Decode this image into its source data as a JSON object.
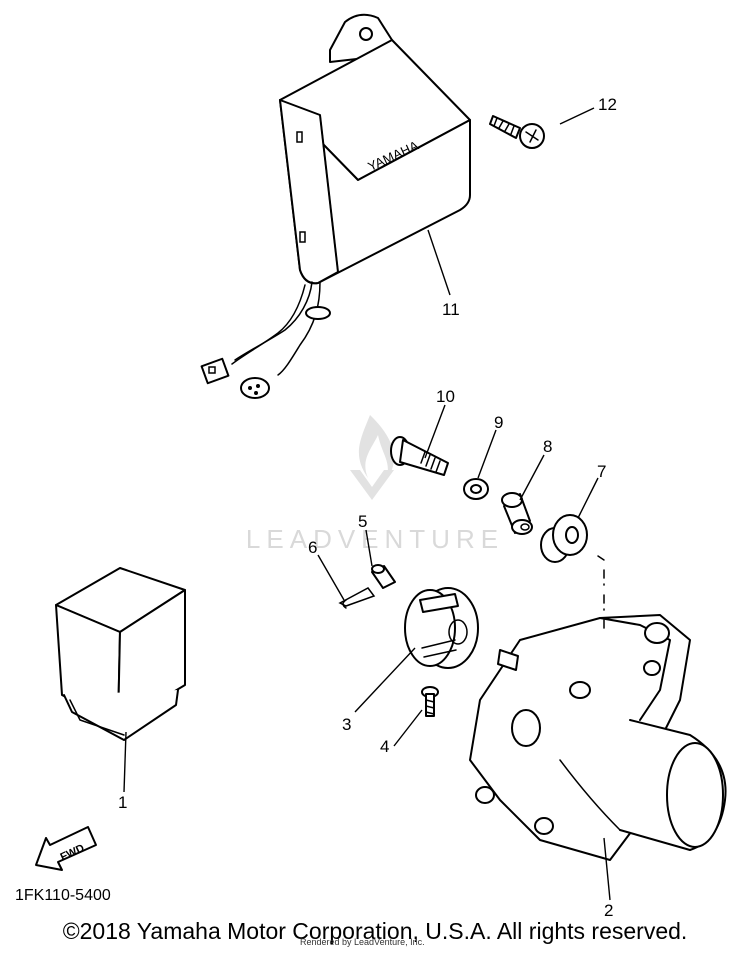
{
  "drawing_code": "1FK110-5400",
  "copyright": "©2018 Yamaha Motor Corporation, U.S.A. All rights reserved.",
  "rendered_by": "Rendered by LeadVenture, Inc.",
  "watermark": "LEADVENTURE",
  "brand_on_part": "YAMAHA",
  "fwd_label": "FWD",
  "callouts": {
    "c1": "1",
    "c2": "2",
    "c3": "3",
    "c4": "4",
    "c5": "5",
    "c6": "6",
    "c7": "7",
    "c8": "8",
    "c9": "9",
    "c10": "10",
    "c11": "11",
    "c12": "12"
  }
}
